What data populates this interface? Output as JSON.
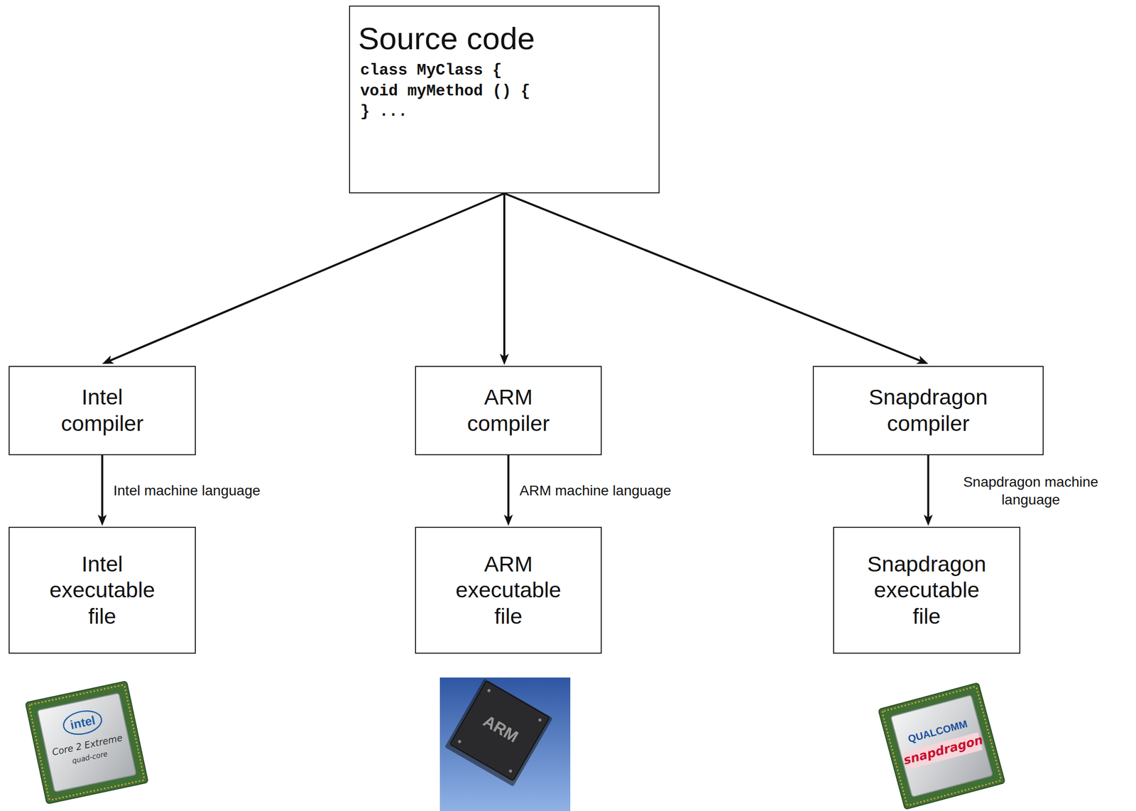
{
  "diagram": {
    "nodes": [
      {
        "text": [
          "Source code",
          "class MyClass { void myMethod () { } ..."
        ]
      },
      {
        "text": [
          "Intel compiler"
        ]
      },
      {
        "text": [
          "ARM compiler"
        ]
      },
      {
        "text": [
          "Snapdragon compiler"
        ]
      },
      {
        "text": [
          "Intel executable file"
        ]
      },
      {
        "text": [
          "ARM executable file"
        ]
      },
      {
        "text": [
          "Snapdragon executable file"
        ]
      }
    ],
    "edges": [
      {
        "from": 0,
        "to": 1,
        "arrow": "to"
      },
      {
        "from": 0,
        "to": 2,
        "arrow": "to"
      },
      {
        "from": 0,
        "to": 3,
        "arrow": "to"
      },
      {
        "from": 1,
        "to": 4,
        "label": "Intel machine language",
        "arrow": "to"
      },
      {
        "from": 2,
        "to": 5,
        "label": "ARM machine language",
        "arrow": "to"
      },
      {
        "from": 3,
        "to": 6,
        "label": "Snapdragon machine language",
        "arrow": "to"
      }
    ],
    "labels": [
      "intel",
      "Core 2 Extreme",
      "quad-core",
      "ARM",
      "QUALCOMM",
      "snapdragon"
    ]
  }
}
